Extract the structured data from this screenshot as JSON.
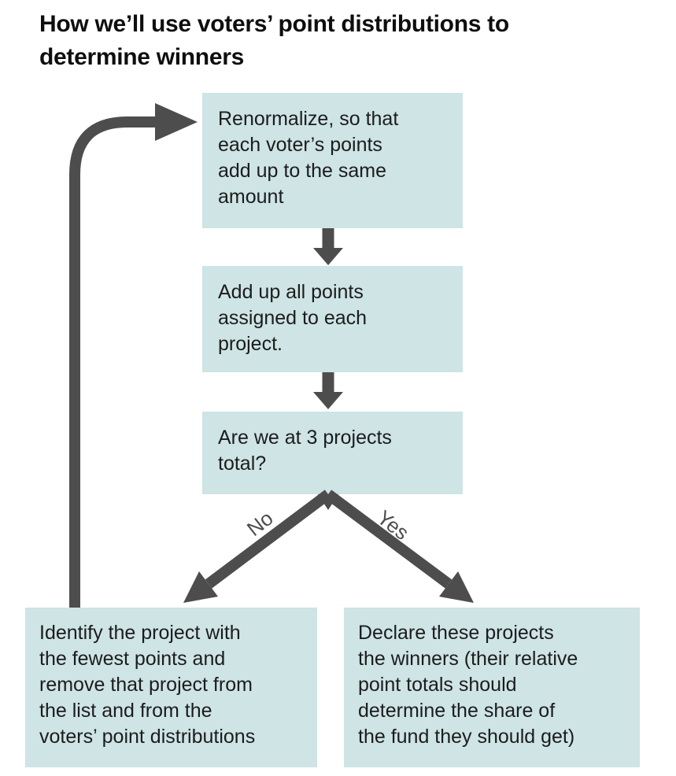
{
  "title": {
    "lines": [
      "How we’ll use voters’ point distributions to",
      "determine winners"
    ]
  },
  "flow": {
    "renormalize": {
      "lines": [
        "Renormalize, so that",
        "each voter’s points",
        "add up to the same",
        "amount"
      ]
    },
    "sum_points": {
      "lines": [
        "Add up all points",
        "assigned to each",
        "project."
      ]
    },
    "decision": {
      "lines": [
        "Are we at 3 projects",
        "total?"
      ]
    },
    "branch_no": {
      "label": "No",
      "lines": [
        "Identify the project with",
        "the fewest points and",
        "remove that project from",
        "the list and from the",
        "voters’ point distributions"
      ]
    },
    "branch_yes": {
      "label": "Yes",
      "lines": [
        "Declare these projects",
        "the winners (their relative",
        "point totals should",
        "determine the share of",
        "the fund they should get)"
      ]
    }
  },
  "colors": {
    "box_fill": "#cee4e5",
    "arrow": "#4d4d4d",
    "title_text": "#0e0e0e",
    "body_text": "#1c1c1c"
  }
}
